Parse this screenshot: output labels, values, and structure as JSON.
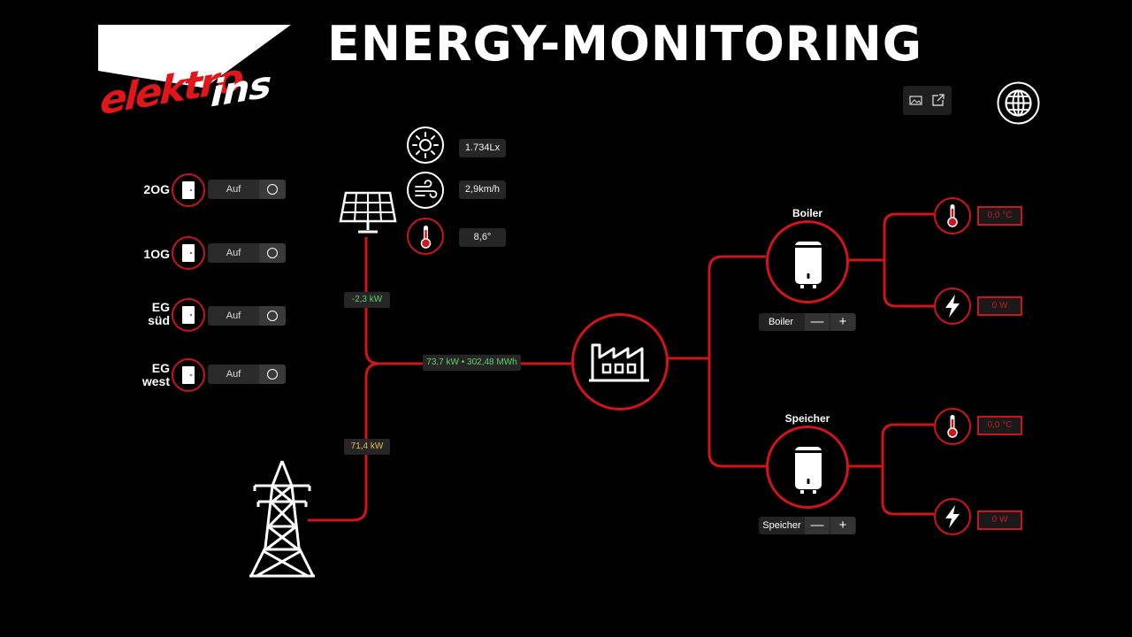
{
  "header": {
    "title": "ENERGY-MONITORING",
    "logo_text_line1": "elektro",
    "logo_text_line2": "ins"
  },
  "doors": [
    {
      "label": "2OG",
      "state": "Auf"
    },
    {
      "label": "1OG",
      "state": "Auf"
    },
    {
      "label": "EG\nsüd",
      "state": "Auf"
    },
    {
      "label": "EG\nwest",
      "state": "Auf"
    }
  ],
  "weather": {
    "lux": "1.734Lx",
    "wind": "2,9km/h",
    "temp": "8,6°"
  },
  "flows": {
    "solar": "-2,3 kW",
    "grid": "71,4 kW",
    "factory": "73,7 kW • 302,48 MWh"
  },
  "tanks": {
    "boiler": {
      "title": "Boiler",
      "control_label": "Boiler",
      "temp": "0,0 °C",
      "power": "0 W"
    },
    "speicher": {
      "title": "Speicher",
      "control_label": "Speicher",
      "temp": "0,0 °C",
      "power": "0 W"
    }
  },
  "stepper_symbols": {
    "minus": "—",
    "plus": "+"
  },
  "colors": {
    "accent_red": "#d01419",
    "flow_green": "#5fd068",
    "flow_yellow": "#e6b84a"
  }
}
